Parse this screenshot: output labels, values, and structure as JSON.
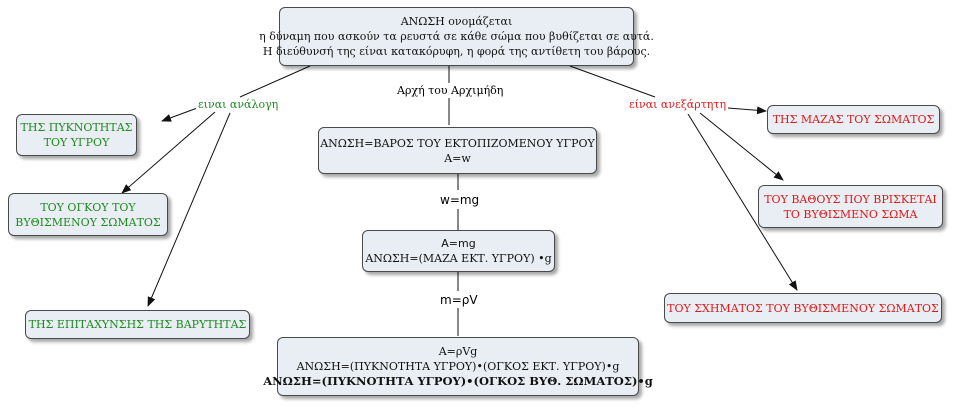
{
  "colors": {
    "green": "#1e8a1e",
    "red": "#e01818",
    "node_fill": "#e8eef3"
  },
  "top": {
    "line1": "ΑΝΩΣΗ ονομάζεται",
    "line2": "η δύναμη που ασκούν τα ρευστά σε κάθε σώμα που βυθίζεται σε αυτά.",
    "line3": "Η διεύθυνσή της είναι κατακόρυφη, η φορά της αντίθετη του βάρους."
  },
  "labels": {
    "analogi": "ειναι ανάλογη",
    "archimidis": "Αρχή του Αρχιμήδη",
    "anexartiti": "είναι ανεξάρτητη",
    "w_mg": "w=mg",
    "m_rhoV": "m=ρV"
  },
  "left": {
    "pyknotita": {
      "line1": "ΤΗΣ ΠΥΚΝΟΤΗΤΑΣ",
      "line2": "ΤΟΥ ΥΓΡΟΥ"
    },
    "ogkos": {
      "line1": "ΤΟΥ ΟΓΚΟΥ ΤΟΥ",
      "line2": "ΒΥΘΙΣΜΕΝΟΥ ΣΩΜΑΤΟΣ"
    },
    "epitaxynsi": {
      "line1": "ΤΗΣ ΕΠΙΤΑΧΥΝΣΗΣ ΤΗΣ ΒΑΡΥΤΗΤΑΣ"
    }
  },
  "right": {
    "maza": {
      "line1": "ΤΗΣ ΜΑΖΑΣ ΤΟΥ ΣΩΜΑΤΟΣ"
    },
    "vathos": {
      "line1": "ΤΟΥ ΒΑΘΟΥΣ ΠΟΥ ΒΡΙΣΚΕΤΑΙ",
      "line2": "ΤΟ ΒΥΘΙΣΜΕΝΟ ΣΩΜΑ"
    },
    "schima": {
      "line1": "ΤΟΥ ΣΧΗΜΑΤΟΣ ΤΟΥ ΒΥΘΙΣΜΕΝΟΥ ΣΩΜΑΤΟΣ"
    }
  },
  "center": {
    "box1": {
      "line1": "ΑΝΩΣΗ=ΒΑΡΟΣ ΤΟΥ ΕΚΤΟΠΙΖΟΜΕΝΟΥ ΥΓΡΟΥ",
      "line2": "A=w"
    },
    "box2": {
      "line1": "A=mg",
      "line2": "ΑΝΩΣΗ=(ΜΑΖΑ ΕΚΤ. ΥΓΡΟΥ) •g"
    },
    "box3": {
      "line1": "A=ρVg",
      "line2": "ΑΝΩΣΗ=(ΠΥΚΝΟΤΗΤΑ ΥΓΡΟΥ)•(ΟΓΚΟΣ ΕΚΤ. ΥΓΡΟΥ)•g",
      "line3": "ΑΝΩΣΗ=(ΠΥΚΝΟΤΗΤΑ ΥΓΡΟΥ)•(ΟΓΚΟΣ ΒΥΘ. ΣΩΜΑΤΟΣ)•g"
    }
  }
}
